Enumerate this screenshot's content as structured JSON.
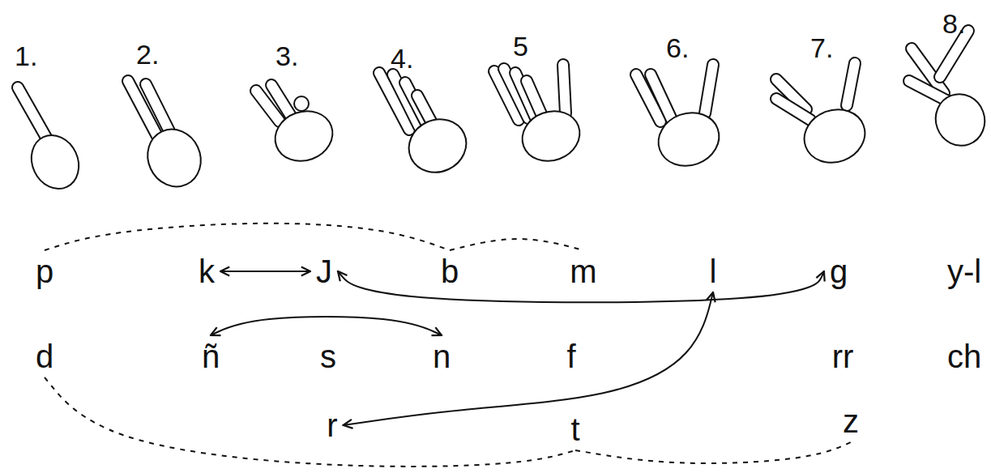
{
  "diagram": {
    "nodes": [
      {
        "text": [
          "p"
        ]
      },
      {
        "text": [
          "k"
        ]
      },
      {
        "text": [
          "J"
        ]
      },
      {
        "text": [
          "b"
        ]
      },
      {
        "text": [
          "m"
        ]
      },
      {
        "text": [
          "l"
        ]
      },
      {
        "text": [
          "g"
        ]
      },
      {
        "text": [
          "y-l"
        ]
      },
      {
        "text": [
          "d"
        ]
      },
      {
        "text": [
          "ñ"
        ]
      },
      {
        "text": [
          "s"
        ]
      },
      {
        "text": [
          "n"
        ]
      },
      {
        "text": [
          "f"
        ]
      },
      {
        "text": [
          "rr"
        ]
      },
      {
        "text": [
          "ch"
        ]
      },
      {
        "text": [
          "r"
        ]
      },
      {
        "text": [
          "t"
        ]
      },
      {
        "text": [
          "z"
        ]
      }
    ],
    "edges": [
      {
        "from": 1,
        "to": 2,
        "arrow": "both"
      },
      {
        "from": 2,
        "to": 6,
        "arrow": "both"
      },
      {
        "from": 9,
        "to": 11,
        "arrow": "both"
      },
      {
        "from": 15,
        "to": 5,
        "arrow": "both"
      },
      {
        "from": 0,
        "to": 3,
        "arrow": "none"
      },
      {
        "from": 3,
        "to": 4,
        "arrow": "none"
      },
      {
        "from": 8,
        "to": 16,
        "arrow": "none"
      },
      {
        "from": 16,
        "to": 17,
        "arrow": "none"
      }
    ],
    "labels": [
      "1.",
      "2.",
      "3.",
      "4.",
      "5",
      "6.",
      "7.",
      "8."
    ]
  }
}
